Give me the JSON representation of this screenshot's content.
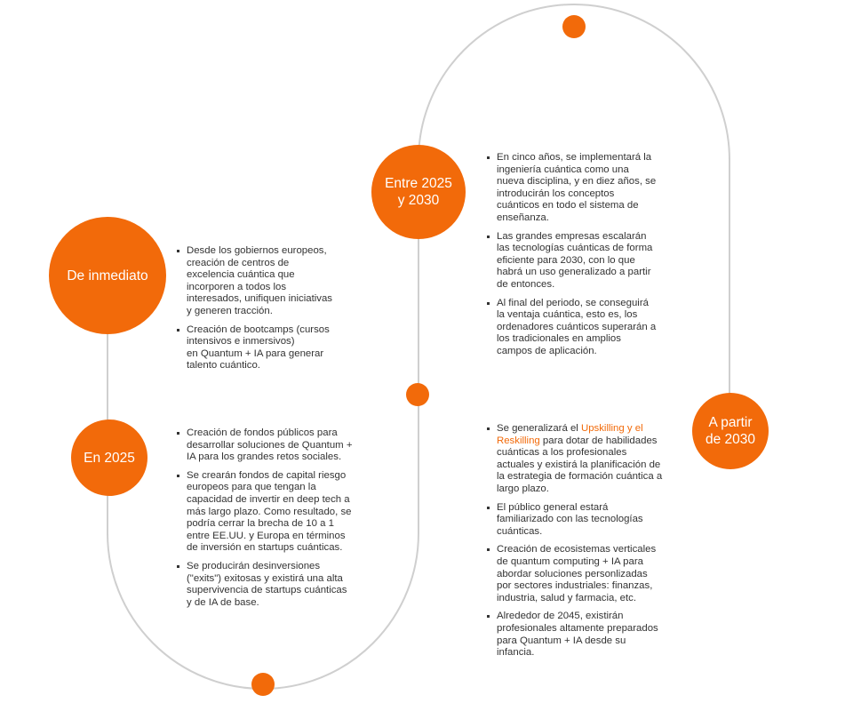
{
  "colors": {
    "accent": "#f26a0a",
    "line": "#cfcfcf",
    "text": "#333333"
  },
  "milestones": [
    {
      "label": "De inmediato",
      "bullets": [
        "Desde los gobiernos europeos, creación de centros de excelencia cuántica que incorporen a todos los interesados, unifiquen iniciativas y generen tracción.",
        "Creación de bootcamps (cursos intensivos e inmersivos)\nen Quantum + IA para generar talento cuántico."
      ]
    },
    {
      "label": "En 2025",
      "bullets": [
        "Creación de fondos públicos para desarrollar soluciones de Quantum + IA para los grandes retos sociales.",
        "Se crearán fondos de capital riesgo europeos para que tengan la capacidad de invertir en deep tech a más largo plazo. Como resultado, se podría cerrar la brecha de 10 a 1 entre EE.UU. y Europa en términos de inversión en startups cuánticas.",
        "Se producirán desinversiones (\"exits\") exitosas y existirá una alta supervivencia de startups cuánticas y de IA de base."
      ]
    },
    {
      "label": "Entre 2025\ny 2030",
      "bullets": [
        "En cinco años, se implementará la ingeniería cuántica como una nueva disciplina, y en diez años, se introducirán los conceptos cuánticos en todo el sistema de enseñanza.",
        "Las grandes empresas escalarán las tecnologías cuánticas de forma eficiente para 2030, con lo que habrá un uso generalizado a partir de entonces.",
        "Al final del periodo, se conseguirá la ventaja cuántica, esto es, los ordenadores cuánticos superarán a los tradicionales en amplios campos de aplicación."
      ]
    },
    {
      "label": "A partir\nde 2030",
      "bullets": [
        {
          "before": "Se generalizará el ",
          "highlight": "Upskilling y el Reskilling",
          "after": " para dotar de habilidades cuánticas a los profesionales actuales y existirá la planificación de la estrategia de formación cuántica a largo plazo."
        },
        "El público general estará familiarizado con las tecnologías cuánticas.",
        "Creación de ecosistemas verticales de quantum computing + IA para abordar soluciones personlizadas por sectores industriales: finanzas, industria, salud y farmacia, etc.",
        "Alrededor de 2045, existirán profesionales altamente preparados para Quantum + IA desde su infancia."
      ]
    }
  ]
}
